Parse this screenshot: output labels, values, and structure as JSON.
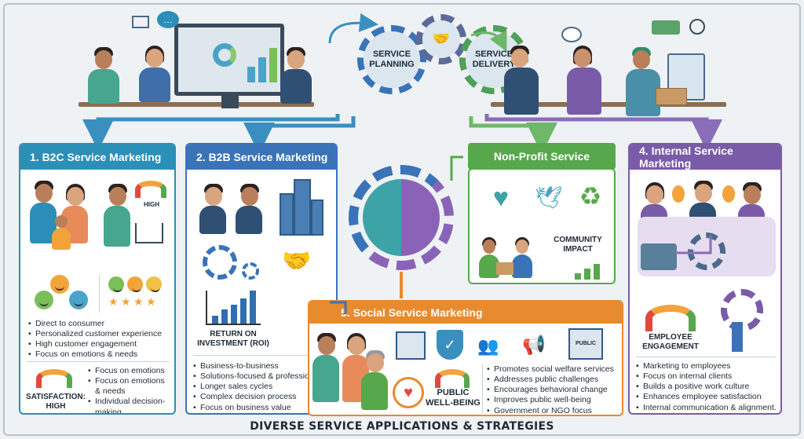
{
  "colors": {
    "b2c": "#2b8fb8",
    "b2b": "#3a73b7",
    "nonprofit": "#57a84c",
    "internal": "#7a5ba8",
    "social": "#e88a2e",
    "brain_left": "#3da3a7",
    "brain_right": "#8a63b8"
  },
  "top": {
    "gear_planning": "SERVICE\nPLANNING",
    "gear_delivery": "SERVICE\nDELIVERY"
  },
  "b2c": {
    "title": "1. B2C Service Marketing",
    "gauge_label": "HIGH",
    "bullets": [
      "Direct to consumer",
      "Personalized customer experience",
      "High customer engagement",
      "Focus on emotions & needs"
    ],
    "satisfaction_label": "SATISFACTION:\nHIGH",
    "bullets2": [
      "Focus on emotions",
      "Focus on emotions & needs",
      "Individual decision-making"
    ]
  },
  "b2b": {
    "title": "2. B2B Service Marketing",
    "roi_label": "RETURN ON\nINVESTMENT (ROI)",
    "bullets": [
      "Business-to-business",
      "Solutions-focused & professional",
      "Longer sales cycles",
      "Complex decision process",
      "Focus on business value"
    ]
  },
  "nonprofit": {
    "title": "Non-Profit Service",
    "impact_label": "COMMUNITY\nIMPACT"
  },
  "internal": {
    "title": "4. Internal Service Marketing",
    "engagement_label": "EMPLOYEE\nENGAGEMENT",
    "bullets": [
      "Marketing to employees",
      "Focus on internal clients",
      "Builds a positive work culture",
      "Enhances employee satisfaction",
      "Internal communication & alignment."
    ]
  },
  "social": {
    "title": "5. Social Service Marketing",
    "public_label": "PUBLIC",
    "wellbeing_label": "PUBLIC\nWELL-BEING",
    "bullets": [
      "Promotes social welfare services",
      "Addresses public challenges",
      "Encourages behavioral change",
      "Improves public well-being",
      "Government or NGO focus"
    ]
  },
  "footer": "DIVERSE SERVICE APPLICATIONS & STRATEGIES"
}
